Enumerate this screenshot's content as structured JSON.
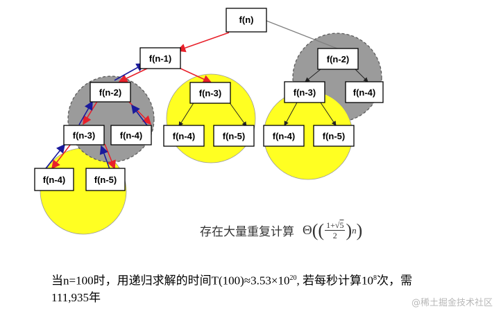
{
  "nodes": [
    {
      "id": "n0",
      "label": "f(n)"
    },
    {
      "id": "n1",
      "label": "f(n-1)"
    },
    {
      "id": "n2",
      "label": "f(n-2)"
    },
    {
      "id": "n3",
      "label": "f(n-2)"
    },
    {
      "id": "n4",
      "label": "f(n-3)"
    },
    {
      "id": "n5",
      "label": "f(n-3)"
    },
    {
      "id": "n6",
      "label": "f(n-4)"
    },
    {
      "id": "n7",
      "label": "f(n-3)"
    },
    {
      "id": "n8",
      "label": "f(n-4)"
    },
    {
      "id": "n9",
      "label": "f(n-4)"
    },
    {
      "id": "n10",
      "label": "f(n-5)"
    },
    {
      "id": "n11",
      "label": "f(n-4)"
    },
    {
      "id": "n12",
      "label": "f(n-5)"
    },
    {
      "id": "n13",
      "label": "f(n-4)"
    },
    {
      "id": "n14",
      "label": "f(n-5)"
    }
  ],
  "edges": [
    {
      "from": "n0",
      "to": "n1",
      "color": "red"
    },
    {
      "from": "n0",
      "to": "n3",
      "color": "gray"
    },
    {
      "from": "n1",
      "to": "n2",
      "color": "red"
    },
    {
      "from": "n1",
      "to": "n5",
      "color": "red"
    },
    {
      "from": "n2",
      "to": "n4",
      "color": "red"
    },
    {
      "from": "n2",
      "to": "n6",
      "color": "red"
    },
    {
      "from": "n4",
      "to": "n13",
      "color": "red"
    },
    {
      "from": "n4",
      "to": "n14",
      "color": "red"
    },
    {
      "from": "n5",
      "to": "n9",
      "color": "black"
    },
    {
      "from": "n5",
      "to": "n10",
      "color": "black"
    },
    {
      "from": "n3",
      "to": "n7",
      "color": "black"
    },
    {
      "from": "n3",
      "to": "n8",
      "color": "black"
    },
    {
      "from": "n7",
      "to": "n11",
      "color": "black"
    },
    {
      "from": "n7",
      "to": "n12",
      "color": "black"
    }
  ],
  "colors": {
    "call_edge": "#e8212b",
    "return_edge": "#1a1a9c",
    "gray_edge": "#808080",
    "black_edge": "#222222",
    "gray_region": "#9b9b9b",
    "yellow_region": "#ffff22"
  },
  "annotation": {
    "text": "存在大量重复计算",
    "formula": {
      "theta": "Θ",
      "numerator_a": "1+",
      "sqrt_arg": "5",
      "denominator": "2",
      "exponent": "n"
    }
  },
  "note": {
    "part1": "当n=100时，用递归求解的时间T(100)≈3.53×10",
    "exp1": "20",
    "part2": ", 若每秒计算10",
    "exp2": "8",
    "part3": "次，需111,935年"
  },
  "watermark": "@稀土掘金技术社区"
}
